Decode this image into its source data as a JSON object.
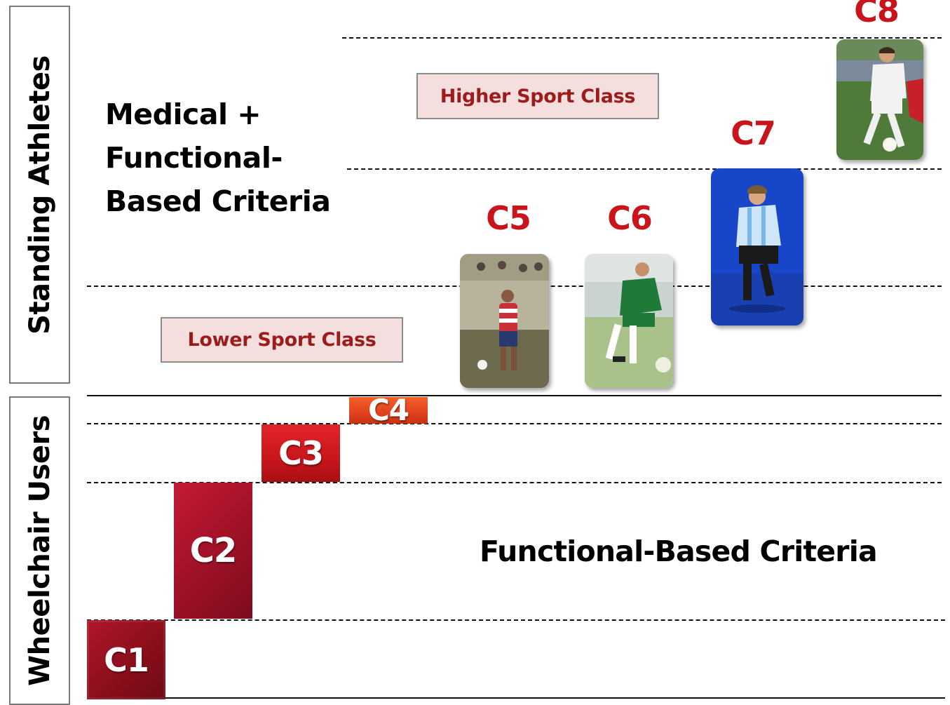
{
  "side_labels": {
    "standing": "Standing Athletes",
    "wheelchair": "Wheelchair Users"
  },
  "criteria": {
    "top_lines": [
      "Medical +",
      "Functional-",
      "Based Criteria"
    ],
    "bottom": "Functional-Based Criteria"
  },
  "sport_class": {
    "higher": "Higher Sport Class",
    "lower": "Lower Sport Class"
  },
  "wheelchair_classes": {
    "c1": "C1",
    "c2": "C2",
    "c3": "C3",
    "c4": "C4"
  },
  "standing_classes": {
    "c5": "C5",
    "c6": "C6",
    "c7": "C7",
    "c8": "C8"
  },
  "colors": {
    "class_label": "#c8141a",
    "sport_box_fill": "#f4dede",
    "sport_box_text": "#9c1c1c",
    "c1_block": "#8b0f1c",
    "c2_block": "#9e1127",
    "c3_block": "#c8161c",
    "c4_block": "#e2421e"
  }
}
